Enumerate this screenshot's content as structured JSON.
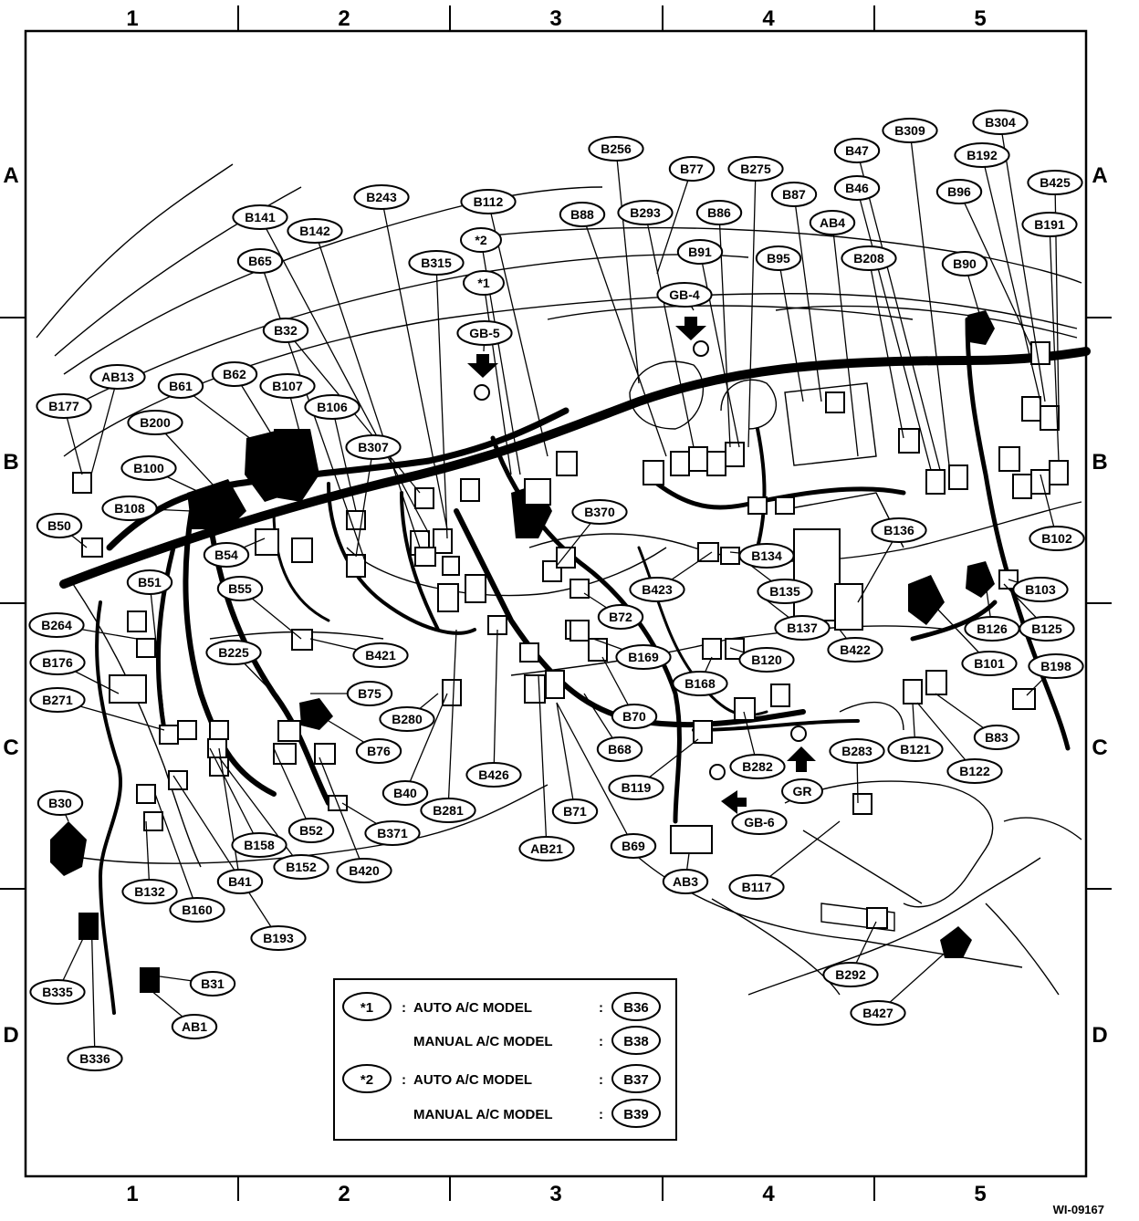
{
  "grid": {
    "columns": [
      "1",
      "2",
      "3",
      "4",
      "5"
    ],
    "rows": [
      "A",
      "B",
      "C",
      "D"
    ]
  },
  "figure_id": "WI-09167",
  "callouts": [
    {
      "id": "B256",
      "label": "B256"
    },
    {
      "id": "B77",
      "label": "B77"
    },
    {
      "id": "B275",
      "label": "B275"
    },
    {
      "id": "B309",
      "label": "B309"
    },
    {
      "id": "B304",
      "label": "B304"
    },
    {
      "id": "B47",
      "label": "B47"
    },
    {
      "id": "B192",
      "label": "B192"
    },
    {
      "id": "B425",
      "label": "B425"
    },
    {
      "id": "B243",
      "label": "B243"
    },
    {
      "id": "B112",
      "label": "B112"
    },
    {
      "id": "B88",
      "label": "B88"
    },
    {
      "id": "B293",
      "label": "B293"
    },
    {
      "id": "B86",
      "label": "B86"
    },
    {
      "id": "B87",
      "label": "B87"
    },
    {
      "id": "B46",
      "label": "B46"
    },
    {
      "id": "B96",
      "label": "B96"
    },
    {
      "id": "B141",
      "label": "B141"
    },
    {
      "id": "B142",
      "label": "B142"
    },
    {
      "id": "star2",
      "label": "*2"
    },
    {
      "id": "AB4",
      "label": "AB4"
    },
    {
      "id": "B191",
      "label": "B191"
    },
    {
      "id": "B91",
      "label": "B91"
    },
    {
      "id": "B65",
      "label": "B65"
    },
    {
      "id": "B315",
      "label": "B315"
    },
    {
      "id": "B95",
      "label": "B95"
    },
    {
      "id": "B208",
      "label": "B208"
    },
    {
      "id": "B90",
      "label": "B90"
    },
    {
      "id": "star1",
      "label": "*1"
    },
    {
      "id": "GB4",
      "label": "GB-4"
    },
    {
      "id": "B32",
      "label": "B32"
    },
    {
      "id": "GB5",
      "label": "GB-5"
    },
    {
      "id": "AB13",
      "label": "AB13"
    },
    {
      "id": "B61",
      "label": "B61"
    },
    {
      "id": "B62",
      "label": "B62"
    },
    {
      "id": "B107",
      "label": "B107"
    },
    {
      "id": "B177",
      "label": "B177"
    },
    {
      "id": "B106",
      "label": "B106"
    },
    {
      "id": "B200",
      "label": "B200"
    },
    {
      "id": "B307",
      "label": "B307"
    },
    {
      "id": "B100",
      "label": "B100"
    },
    {
      "id": "B108",
      "label": "B108"
    },
    {
      "id": "B370",
      "label": "B370"
    },
    {
      "id": "B50",
      "label": "B50"
    },
    {
      "id": "B136",
      "label": "B136"
    },
    {
      "id": "B102",
      "label": "B102"
    },
    {
      "id": "B54",
      "label": "B54"
    },
    {
      "id": "B134",
      "label": "B134"
    },
    {
      "id": "B51",
      "label": "B51"
    },
    {
      "id": "B55",
      "label": "B55"
    },
    {
      "id": "B423",
      "label": "B423"
    },
    {
      "id": "B135",
      "label": "B135"
    },
    {
      "id": "B103",
      "label": "B103"
    },
    {
      "id": "B72",
      "label": "B72"
    },
    {
      "id": "B264",
      "label": "B264"
    },
    {
      "id": "B137",
      "label": "B137"
    },
    {
      "id": "B126",
      "label": "B126"
    },
    {
      "id": "B125",
      "label": "B125"
    },
    {
      "id": "B225",
      "label": "B225"
    },
    {
      "id": "B421",
      "label": "B421"
    },
    {
      "id": "B169",
      "label": "B169"
    },
    {
      "id": "B422",
      "label": "B422"
    },
    {
      "id": "B176",
      "label": "B176"
    },
    {
      "id": "B120",
      "label": "B120"
    },
    {
      "id": "B101",
      "label": "B101"
    },
    {
      "id": "B198",
      "label": "B198"
    },
    {
      "id": "B168",
      "label": "B168"
    },
    {
      "id": "B75",
      "label": "B75"
    },
    {
      "id": "B271",
      "label": "B271"
    },
    {
      "id": "B280",
      "label": "B280"
    },
    {
      "id": "B70",
      "label": "B70"
    },
    {
      "id": "B83",
      "label": "B83"
    },
    {
      "id": "B76",
      "label": "B76"
    },
    {
      "id": "B121",
      "label": "B121"
    },
    {
      "id": "B68",
      "label": "B68"
    },
    {
      "id": "B283",
      "label": "B283"
    },
    {
      "id": "B282",
      "label": "B282"
    },
    {
      "id": "B122",
      "label": "B122"
    },
    {
      "id": "B426",
      "label": "B426"
    },
    {
      "id": "B119",
      "label": "B119"
    },
    {
      "id": "GR",
      "label": "GR"
    },
    {
      "id": "B40",
      "label": "B40"
    },
    {
      "id": "B30",
      "label": "B30"
    },
    {
      "id": "B281",
      "label": "B281"
    },
    {
      "id": "B71",
      "label": "B71"
    },
    {
      "id": "B52",
      "label": "B52"
    },
    {
      "id": "B371",
      "label": "B371"
    },
    {
      "id": "GB6",
      "label": "GB-6"
    },
    {
      "id": "B158",
      "label": "B158"
    },
    {
      "id": "B69",
      "label": "B69"
    },
    {
      "id": "AB21",
      "label": "AB21"
    },
    {
      "id": "B152",
      "label": "B152"
    },
    {
      "id": "B420",
      "label": "B420"
    },
    {
      "id": "B41",
      "label": "B41"
    },
    {
      "id": "AB3",
      "label": "AB3"
    },
    {
      "id": "B117",
      "label": "B117"
    },
    {
      "id": "B132",
      "label": "B132"
    },
    {
      "id": "B160",
      "label": "B160"
    },
    {
      "id": "B193",
      "label": "B193"
    },
    {
      "id": "B292",
      "label": "B292"
    },
    {
      "id": "B335",
      "label": "B335"
    },
    {
      "id": "B31",
      "label": "B31"
    },
    {
      "id": "B427",
      "label": "B427"
    },
    {
      "id": "AB1",
      "label": "AB1"
    },
    {
      "id": "B336",
      "label": "B336"
    }
  ],
  "legend": {
    "rows": [
      {
        "marker": "*1",
        "colon": ":",
        "text": "AUTO A/C MODEL",
        "colon2": ":",
        "code": "B36"
      },
      {
        "marker": "",
        "colon": "",
        "text": "MANUAL A/C MODEL",
        "colon2": ":",
        "code": "B38"
      },
      {
        "marker": "*2",
        "colon": ":",
        "text": "AUTO A/C MODEL",
        "colon2": ":",
        "code": "B37"
      },
      {
        "marker": "",
        "colon": "",
        "text": "MANUAL A/C MODEL",
        "colon2": ":",
        "code": "B39"
      }
    ]
  }
}
